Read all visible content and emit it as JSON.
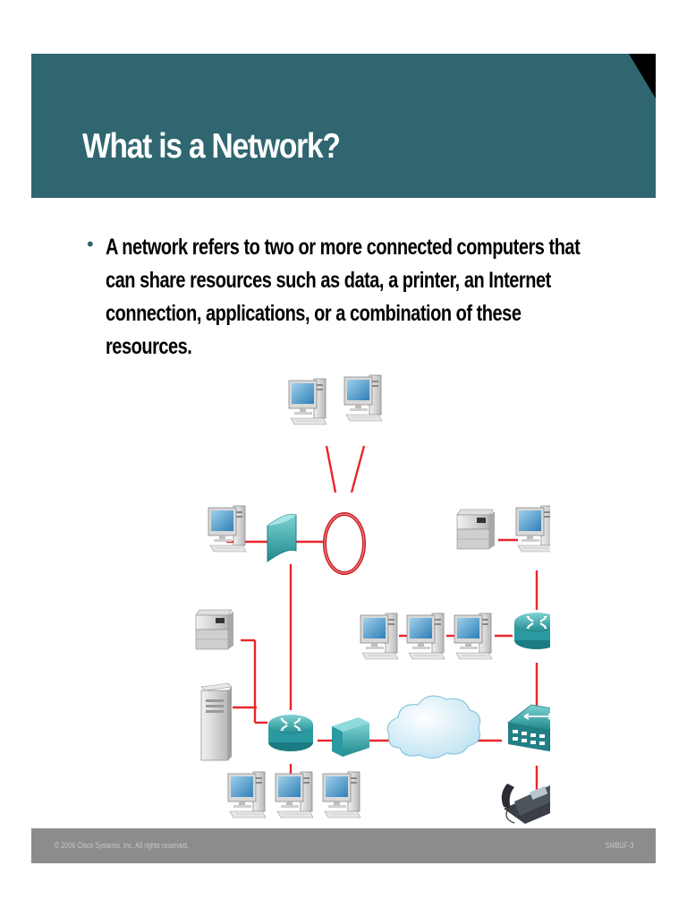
{
  "slide": {
    "title": "What is a Network?",
    "bullet": "A network refers to two or more connected computers that can share resources such as data, a printer, an Internet connection, applications, or a combination of these resources."
  },
  "diagram": {
    "link_color": "#e8262b",
    "devices": {
      "top_pcs": [
        "desktop-pc-icon",
        "desktop-pc-icon"
      ],
      "left_pc": "desktop-pc-icon",
      "hub": "hub-icon",
      "ring": "token-ring-icon",
      "top_right_printer": "printer-icon",
      "top_right_pc": "desktop-pc-icon",
      "middle_pcs": [
        "desktop-pc-icon",
        "desktop-pc-icon",
        "desktop-pc-icon"
      ],
      "right_router": "router-icon",
      "left_printer": "printer-icon",
      "server": "tower-server-icon",
      "main_router": "router-icon",
      "bridge": "bridge-icon",
      "cloud": "cloud-icon",
      "switch": "switch-icon",
      "ip_phone": "ip-phone-icon",
      "bottom_pcs": [
        "desktop-pc-icon",
        "desktop-pc-icon",
        "desktop-pc-icon"
      ]
    }
  },
  "footer": {
    "copyright": "© 2006 Cisco Systems, Inc. All rights reserved.",
    "code": "SMBUF-3"
  },
  "colors": {
    "header": "#2f6670",
    "footer": "#8c8c8c",
    "link": "#e8262b"
  }
}
